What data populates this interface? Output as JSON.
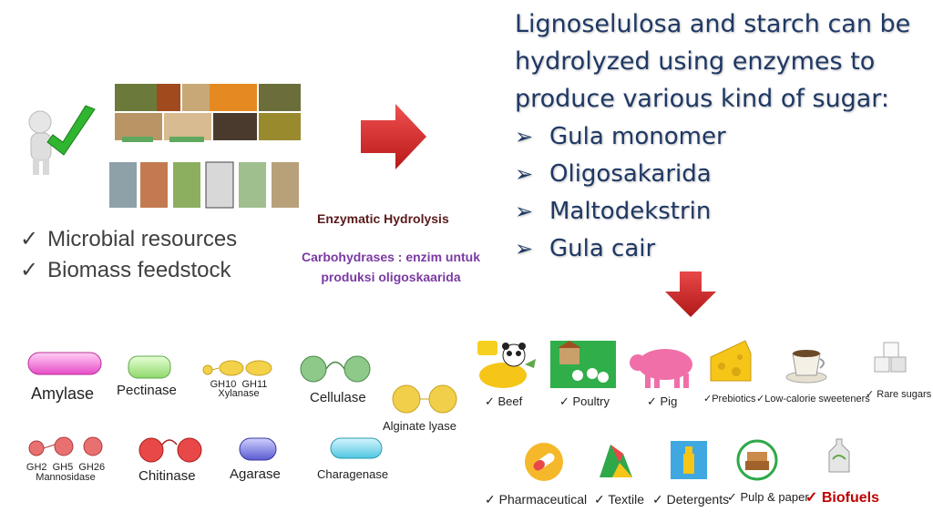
{
  "title": "Lignoselulosa and starch can be hydrolyzed using enzymes to produce various kind of sugar:",
  "bullets": [
    "Gula monomer",
    "Oligosakarida",
    "Maltodekstrin",
    "Gula cair"
  ],
  "checks": [
    "Microbial resources",
    "Biomass feedstock"
  ],
  "process_label": "Enzymatic Hydrolysis",
  "carb_line1": "Carbohydrases : enzim untuk",
  "carb_line2": "produksi oligoskaarida",
  "enzymes": {
    "amylase": "Amylase",
    "pectinase": "Pectinase",
    "xylanase_gh": "GH10  GH11",
    "xylanase": "Xylanase",
    "cellulase": "Cellulase",
    "alginate": "Alginate lyase",
    "mannosidase_gh": "GH2  GH5  GH26",
    "mannosidase": "Mannosidase",
    "chitinase": "Chitinase",
    "agarase": "Agarase",
    "charagenase": "Charagenase"
  },
  "applications": {
    "beef": "Beef",
    "poultry": "Poultry",
    "pig": "Pig",
    "prebiotics": "Prebiotics",
    "sweeteners": "Low-calorie sweeteners",
    "rare_sugars": "Rare sugars",
    "pharmaceutical": "Pharmaceutical",
    "textile": "Textile",
    "detergents": "Detergents",
    "pulp": "Pulp & paper",
    "biofuels": "Biofuels"
  },
  "colors": {
    "title": "#1f3864",
    "arrow": "#d42020",
    "amylase": "#e84bc7",
    "pectinase": "#9be07a",
    "xylanase": "#f3d24a",
    "cellulase": "#8ec98a",
    "alginate": "#f2cf4a",
    "mannosidase": "#e87070",
    "chitinase": "#e84848",
    "agarase": "#6a6ad8",
    "charagenase": "#5fd0e0"
  }
}
